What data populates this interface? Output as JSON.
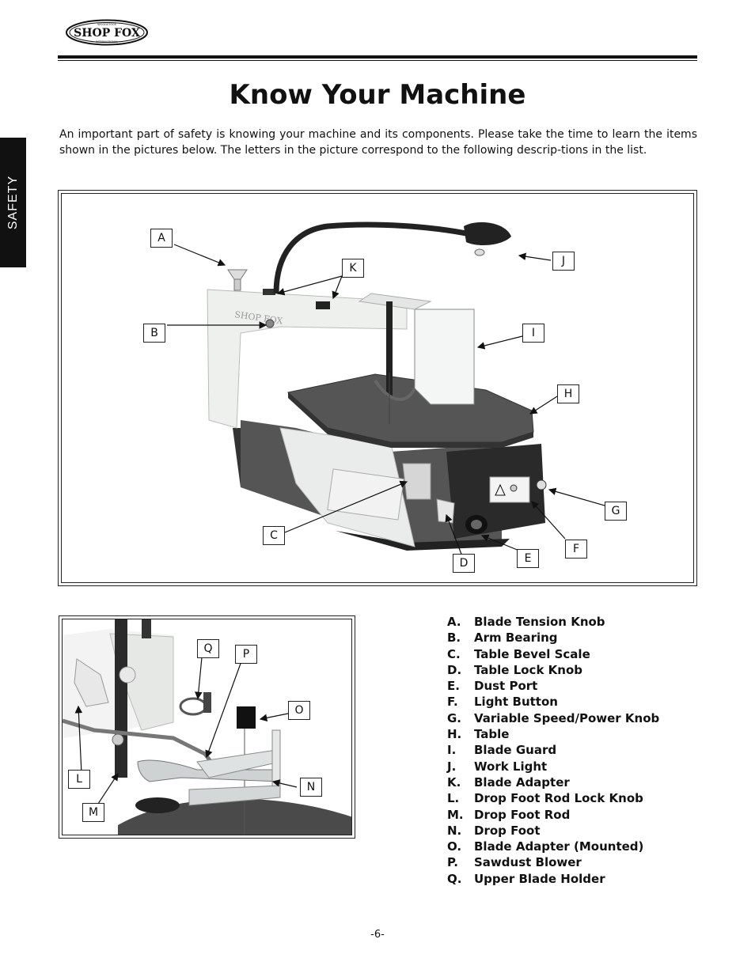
{
  "header": {
    "logo_text": "SHOP FOX",
    "logo_arc_top": "WOODSTOCK",
    "logo_arc_bottom": "INTERNATIONAL"
  },
  "side_tab": "SAFETY",
  "title": "Know Your Machine",
  "intro": "An important part of safety is knowing your machine and its components. Please take the time to learn the items shown in the pictures below. The letters in the picture correspond to the following descrip-tions in the list.",
  "main_figure": {
    "callouts": {
      "a": "A",
      "b": "B",
      "c": "C",
      "d": "D",
      "e": "E",
      "f": "F",
      "g": "G",
      "h": "H",
      "i": "I",
      "j": "J",
      "k": "K"
    },
    "machine_logo": "SHOP FOX"
  },
  "detail_figure": {
    "callouts": {
      "q": "Q",
      "p": "P",
      "o": "O",
      "l": "L",
      "n": "N",
      "m": "M"
    }
  },
  "parts": [
    {
      "letter": "A.",
      "name": "Blade Tension Knob"
    },
    {
      "letter": "B.",
      "name": "Arm Bearing"
    },
    {
      "letter": "C.",
      "name": "Table Bevel Scale"
    },
    {
      "letter": "D.",
      "name": "Table Lock Knob"
    },
    {
      "letter": "E.",
      "name": "Dust Port"
    },
    {
      "letter": "F.",
      "name": "Light Button"
    },
    {
      "letter": "G.",
      "name": "Variable Speed/Power Knob"
    },
    {
      "letter": "H.",
      "name": "Table"
    },
    {
      "letter": "I.",
      "name": "Blade Guard"
    },
    {
      "letter": "J.",
      "name": "Work Light"
    },
    {
      "letter": "K.",
      "name": "Blade Adapter"
    },
    {
      "letter": "L.",
      "name": "Drop Foot Rod Lock Knob"
    },
    {
      "letter": "M.",
      "name": "Drop Foot Rod"
    },
    {
      "letter": "N.",
      "name": "Drop Foot"
    },
    {
      "letter": "O.",
      "name": "Blade Adapter (Mounted)"
    },
    {
      "letter": "P.",
      "name": "Sawdust Blower"
    },
    {
      "letter": "Q.",
      "name": "Upper Blade Holder"
    }
  ],
  "page_number": "-6-"
}
